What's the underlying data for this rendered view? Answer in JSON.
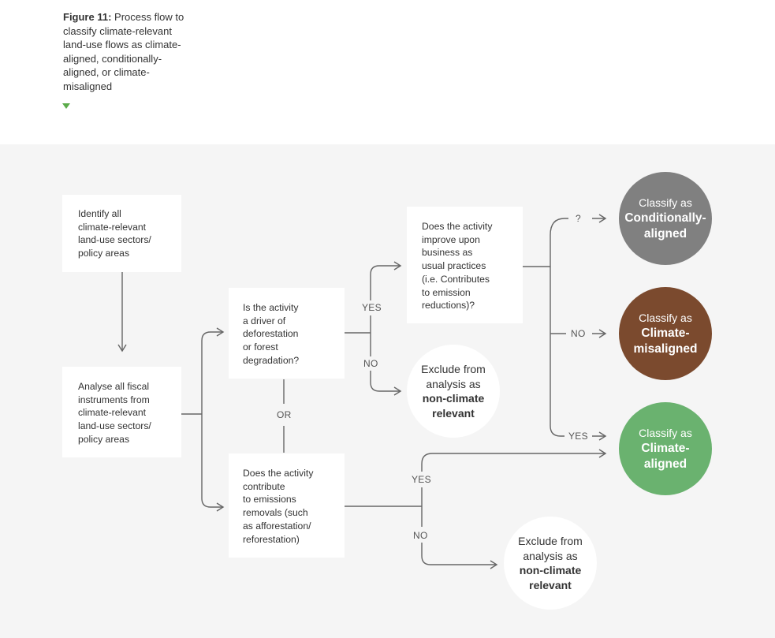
{
  "caption": {
    "figure_label": "Figure 11:",
    "text": "Process flow to classify climate-relevant land-use flows as climate-aligned, conditionally-aligned, or climate-misaligned"
  },
  "boxes": {
    "identify": [
      "Identify all",
      "climate-relevant",
      "land-use sectors/",
      "policy areas"
    ],
    "analyse": [
      "Analyse all fiscal",
      "instruments from",
      "climate-relevant",
      "land-use sectors/",
      "policy areas"
    ],
    "deforestation": [
      "Is the activity",
      "a driver of",
      "deforestation",
      "or forest",
      "degradation?"
    ],
    "removals": [
      "Does the activity",
      "contribute",
      "to emissions",
      "removals (such",
      "as afforestation/",
      "reforestation)"
    ],
    "improve": [
      "Does the activity",
      "improve upon",
      "business as",
      "usual practices",
      "(i.e. Contributes",
      "to emission",
      "reductions)?"
    ]
  },
  "labels": {
    "or": "OR",
    "yes_top": "YES",
    "no_top": "NO",
    "yes_bottom": "YES",
    "no_bottom": "NO",
    "question": "?",
    "no_right": "NO",
    "yes_right": "YES"
  },
  "outcomes": {
    "conditionally": {
      "line1": "Classify as",
      "line2": "Conditionally-",
      "line3": "aligned",
      "color": "#808080"
    },
    "misaligned": {
      "line1": "Classify as",
      "line2": "Climate-",
      "line3": "misaligned",
      "color": "#7b4a2e"
    },
    "aligned": {
      "line1": "Classify as",
      "line2": "Climate-",
      "line3": "aligned",
      "color": "#6ab26f"
    },
    "exclude_top": {
      "line1": "Exclude from",
      "line2": "analysis as",
      "line3": "non-climate",
      "line4": "relevant"
    },
    "exclude_bottom": {
      "line1": "Exclude from",
      "line2": "analysis as",
      "line3": "non-climate",
      "line4": "relevant"
    }
  },
  "colors": {
    "accent_marker": "#5bab4a",
    "connector": "#666666",
    "panel_bg": "#f5f5f5"
  }
}
